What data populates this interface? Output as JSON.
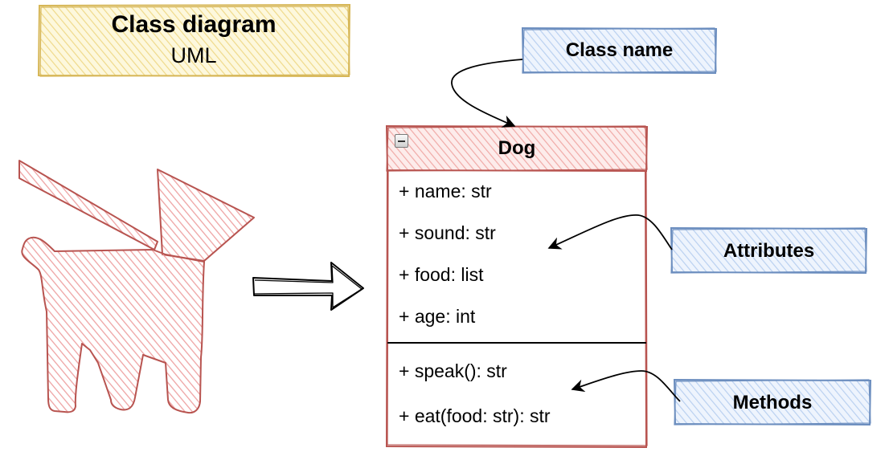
{
  "title": {
    "main": "Class diagram",
    "sub": "UML"
  },
  "class_box": {
    "name": "Dog",
    "attributes": [
      "+ name: str",
      "+ sound: str",
      "+ food: list",
      "+ age: int"
    ],
    "methods": [
      "+ speak(): str",
      "+ eat(food: str): str"
    ],
    "collapse_icon": "minus-square-icon"
  },
  "callouts": {
    "class_name": "Class name",
    "attributes": "Attributes",
    "methods": "Methods"
  },
  "illustration": {
    "icon": "dog-on-leash-icon",
    "arrow_icon": "hollow-arrow-right-icon"
  },
  "colors": {
    "title_fill": "#fdf2c6",
    "title_stroke": "#d6b656",
    "class_fill": "#f8cecc",
    "class_stroke": "#b85450",
    "callout_fill": "#dae8fc",
    "callout_stroke": "#6c8ebf",
    "dog_fill": "#f4b8b8",
    "dog_stroke": "#b85450"
  }
}
